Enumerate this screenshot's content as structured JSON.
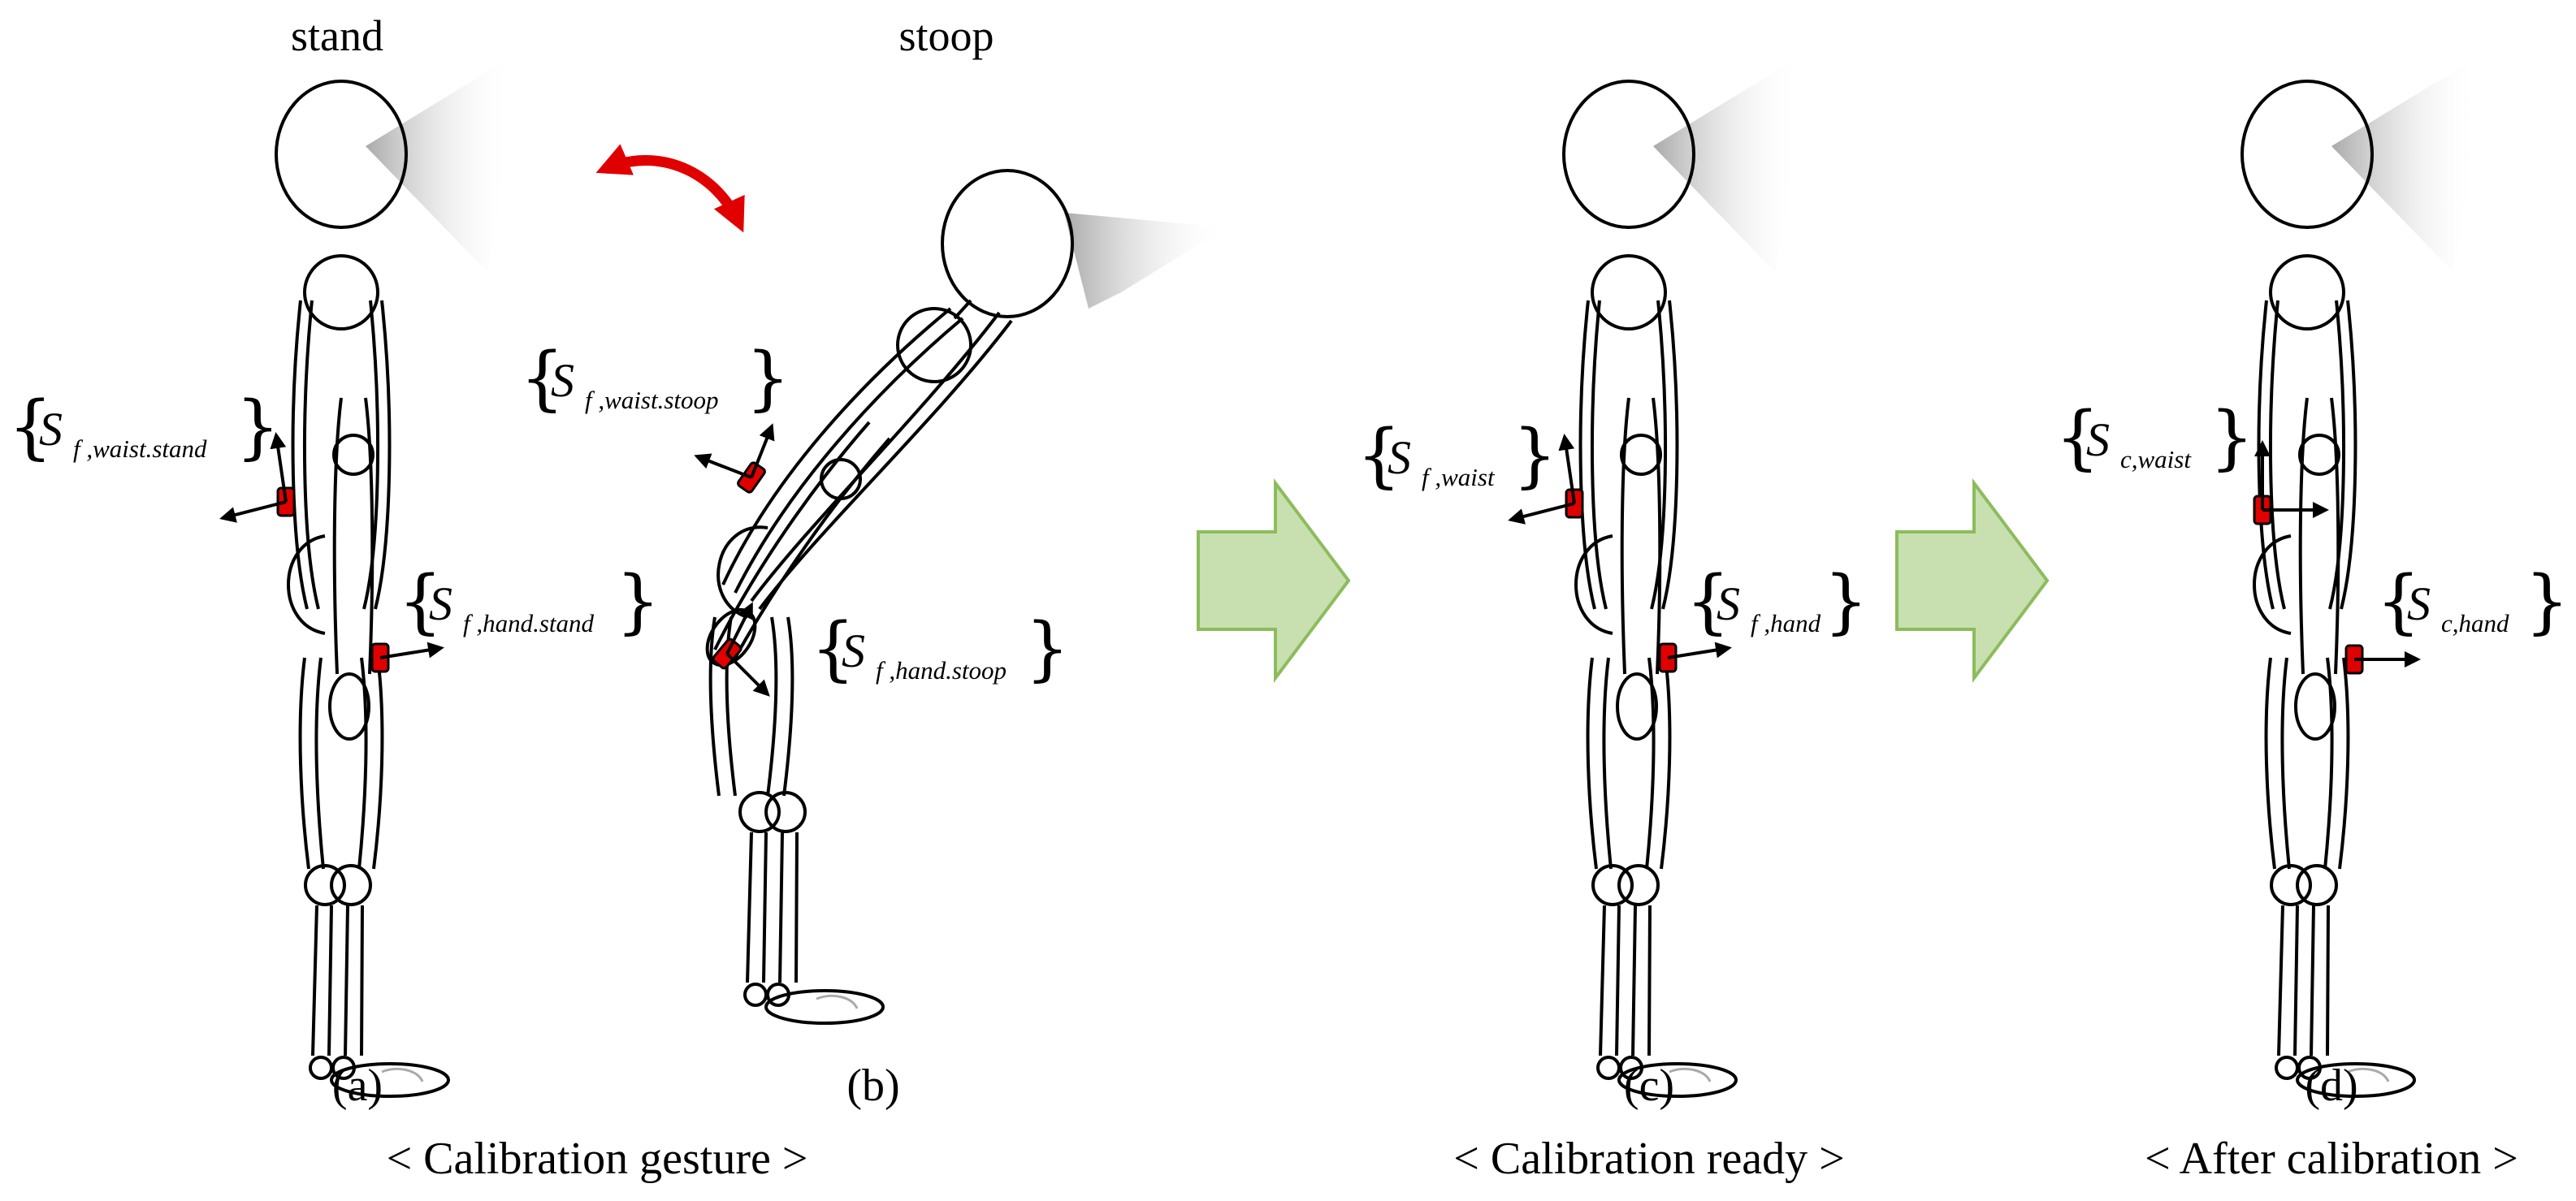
{
  "figure": {
    "top_labels": {
      "stand": "stand",
      "stoop": "stoop"
    },
    "panels": [
      "(a)",
      "(b)",
      "(c)",
      "(d)"
    ],
    "captions": {
      "gesture": "< Calibration gesture >",
      "ready": "< Calibration ready >",
      "after": "< After calibration >"
    },
    "frames": {
      "waist_stand": {
        "symbol": "S",
        "sub": "f ,waist.stand"
      },
      "hand_stand": {
        "symbol": "S",
        "sub": "f ,hand.stand"
      },
      "waist_stoop": {
        "symbol": "S",
        "sub": "f ,waist.stoop"
      },
      "hand_stoop": {
        "symbol": "S",
        "sub": "f ,hand.stoop"
      },
      "waist_ready": {
        "symbol": "S",
        "sub": "f ,waist"
      },
      "hand_ready": {
        "symbol": "S",
        "sub": "f ,hand"
      },
      "waist_after": {
        "symbol": "S",
        "sub": "c,waist"
      },
      "hand_after": {
        "symbol": "S",
        "sub": "c,hand"
      }
    },
    "brace_open": "{",
    "brace_close": "}",
    "colors": {
      "sensor": "#e00000",
      "transition_arrow": "#c8e0b0",
      "transition_arrow_stroke": "#8cbc5c",
      "motion_arrow": "#e00000"
    },
    "icons": [
      "stick-figure",
      "red-imu-sensor",
      "green-transition-arrow",
      "red-curved-motion-arrow",
      "axis-arrow"
    ]
  }
}
